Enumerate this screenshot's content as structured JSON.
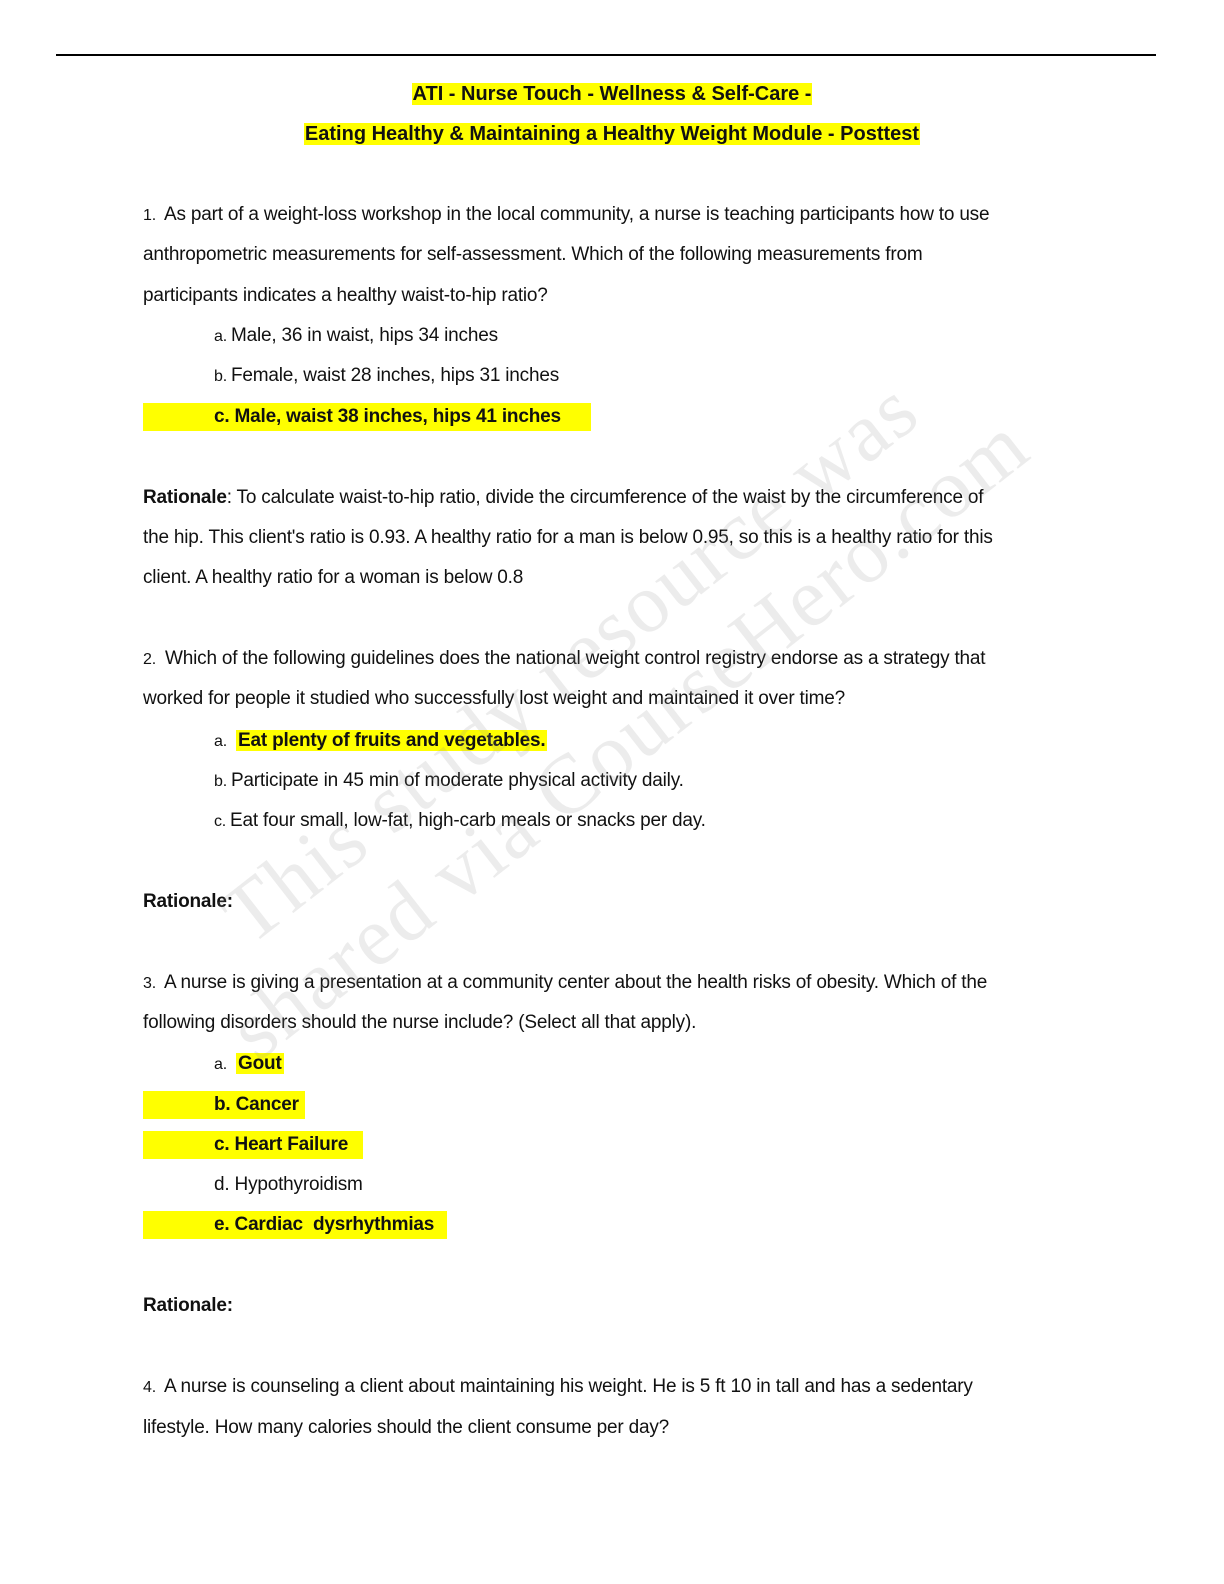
{
  "header": {
    "title_line1": "ATI - Nurse Touch - Wellness & Self-Care -",
    "title_line2": "Eating Healthy & Maintaining a Healthy Weight Module - Posttest"
  },
  "q1": {
    "number": "1.",
    "lines": [
      "As part of a weight-loss workshop in the local community, a nurse is teaching participants how to use",
      "anthropometric measurements for self-assessment. Which of the following measurements from",
      "participants indicates a healthy waist-to-hip ratio?"
    ],
    "options": [
      {
        "letter": "a.",
        "text": "Male, 36 in waist, hips 34 inches"
      },
      {
        "letter": "b.",
        "text": "Female, waist 28 inches, hips 31 inches"
      },
      {
        "letter": "c.",
        "text": "Male, waist 38 inches, hips 41 inches"
      }
    ],
    "rationale_label": "Rationale",
    "rationale_lines": [
      ": To calculate waist-to-hip ratio, divide the circumference of the waist by the circumference of",
      "the hip. This client's ratio is 0.93. A healthy ratio for a man is below 0.95, so this is a healthy ratio for this",
      "client. A healthy ratio for a woman is below 0.8"
    ]
  },
  "q2": {
    "number": "2.",
    "lines": [
      "Which of the following guidelines does the national weight control registry endorse as a strategy that",
      "worked for people it studied who successfully lost weight and maintained it over time?"
    ],
    "options": [
      {
        "letter": "a.",
        "text": "Eat plenty of fruits and vegetables."
      },
      {
        "letter": "b.",
        "text": "Participate in 45 min of moderate physical activity daily."
      },
      {
        "letter": "c.",
        "text": "Eat four small, low-fat, high-carb meals or snacks per day."
      }
    ],
    "rationale_label": "Rationale:"
  },
  "q3": {
    "number": "3.",
    "lines": [
      "A nurse is giving a presentation at a community center about the health risks of obesity. Which of the",
      "following disorders should the nurse include? (Select all that apply)."
    ],
    "options": [
      {
        "letter": "a.",
        "text": "Gout"
      },
      {
        "letter": "b.",
        "text": "Cancer"
      },
      {
        "letter": "c.",
        "text": "Heart Failure"
      },
      {
        "letter": "d.",
        "text": "Hypothyroidism"
      },
      {
        "letter": "e.",
        "text": "Cardiac  dysrhythmias"
      }
    ],
    "rationale_label": "Rationale:"
  },
  "q4": {
    "number": "4.",
    "lines": [
      "A nurse is counseling a client about maintaining his weight. He is 5 ft 10 in tall and has a sedentary",
      "lifestyle. How many calories should the client consume per day?"
    ]
  },
  "watermark": {
    "line1": "This study resource was",
    "line2": "shared via CourseHero.com"
  },
  "colors": {
    "highlight": "#ffff00",
    "text": "#111111"
  }
}
